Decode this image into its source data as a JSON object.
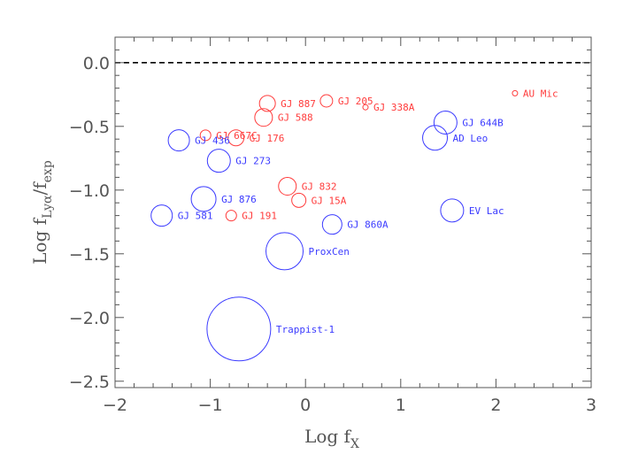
{
  "chart_data": {
    "type": "scatter",
    "title": "",
    "xlabel": "Log f",
    "xlabel_sub": "X",
    "ylabel": "Log f",
    "ylabel_sub": "Lyα",
    "ylabel_mid": "/f",
    "ylabel_sub2": "exp",
    "xlim": [
      -2,
      3
    ],
    "ylim": [
      -2.55,
      0.2
    ],
    "xticks": [
      -2,
      -1,
      0,
      1,
      2,
      3
    ],
    "xtick_labels": [
      "−2",
      "−1",
      "0",
      "1",
      "2",
      "3"
    ],
    "yticks": [
      0.0,
      -0.5,
      -1.0,
      -1.5,
      -2.0,
      -2.5
    ],
    "ytick_labels": [
      "0.0",
      "−0.5",
      "−1.0",
      "−1.5",
      "−2.0",
      "−2.5"
    ],
    "reference_line": {
      "y": 0.0,
      "style": "dashed"
    },
    "colors": {
      "red": "#ff3b3b",
      "blue": "#3b3bff",
      "axis": "#555555"
    },
    "points": [
      {
        "label": "AU Mic",
        "x": 2.2,
        "y": -0.24,
        "r": 3,
        "color": "red"
      },
      {
        "label": "GJ 887",
        "x": -0.4,
        "y": -0.32,
        "r": 9,
        "color": "red"
      },
      {
        "label": "GJ 205",
        "x": 0.22,
        "y": -0.3,
        "r": 7,
        "color": "red"
      },
      {
        "label": "GJ 338A",
        "x": 0.63,
        "y": -0.35,
        "r": 3,
        "color": "red"
      },
      {
        "label": "GJ 588",
        "x": -0.44,
        "y": -0.43,
        "r": 10,
        "color": "red"
      },
      {
        "label": "GJ 667C",
        "x": -1.05,
        "y": -0.57,
        "r": 6,
        "color": "red"
      },
      {
        "label": "GJ 176",
        "x": -0.73,
        "y": -0.59,
        "r": 9,
        "color": "red"
      },
      {
        "label": "GJ 832",
        "x": -0.19,
        "y": -0.97,
        "r": 10,
        "color": "red"
      },
      {
        "label": "GJ 15A",
        "x": -0.07,
        "y": -1.08,
        "r": 8,
        "color": "red"
      },
      {
        "label": "GJ 191",
        "x": -0.78,
        "y": -1.2,
        "r": 6,
        "color": "red"
      },
      {
        "label": "GJ 436",
        "x": -1.33,
        "y": -0.61,
        "r": 12,
        "color": "blue"
      },
      {
        "label": "GJ 644B",
        "x": 1.47,
        "y": -0.47,
        "r": 13,
        "color": "blue"
      },
      {
        "label": "AD Leo",
        "x": 1.36,
        "y": -0.59,
        "r": 14,
        "color": "blue"
      },
      {
        "label": "GJ 273",
        "x": -0.91,
        "y": -0.77,
        "r": 13,
        "color": "blue"
      },
      {
        "label": "GJ 876",
        "x": -1.07,
        "y": -1.07,
        "r": 14,
        "color": "blue"
      },
      {
        "label": "GJ 581",
        "x": -1.51,
        "y": -1.2,
        "r": 12,
        "color": "blue"
      },
      {
        "label": "GJ 860A",
        "x": 0.28,
        "y": -1.27,
        "r": 11,
        "color": "blue"
      },
      {
        "label": "EV Lac",
        "x": 1.54,
        "y": -1.16,
        "r": 13,
        "color": "blue"
      },
      {
        "label": "ProxCen",
        "x": -0.22,
        "y": -1.48,
        "r": 21,
        "color": "blue"
      },
      {
        "label": "Trappist-1",
        "x": -0.7,
        "y": -2.09,
        "r": 36,
        "color": "blue"
      }
    ]
  }
}
